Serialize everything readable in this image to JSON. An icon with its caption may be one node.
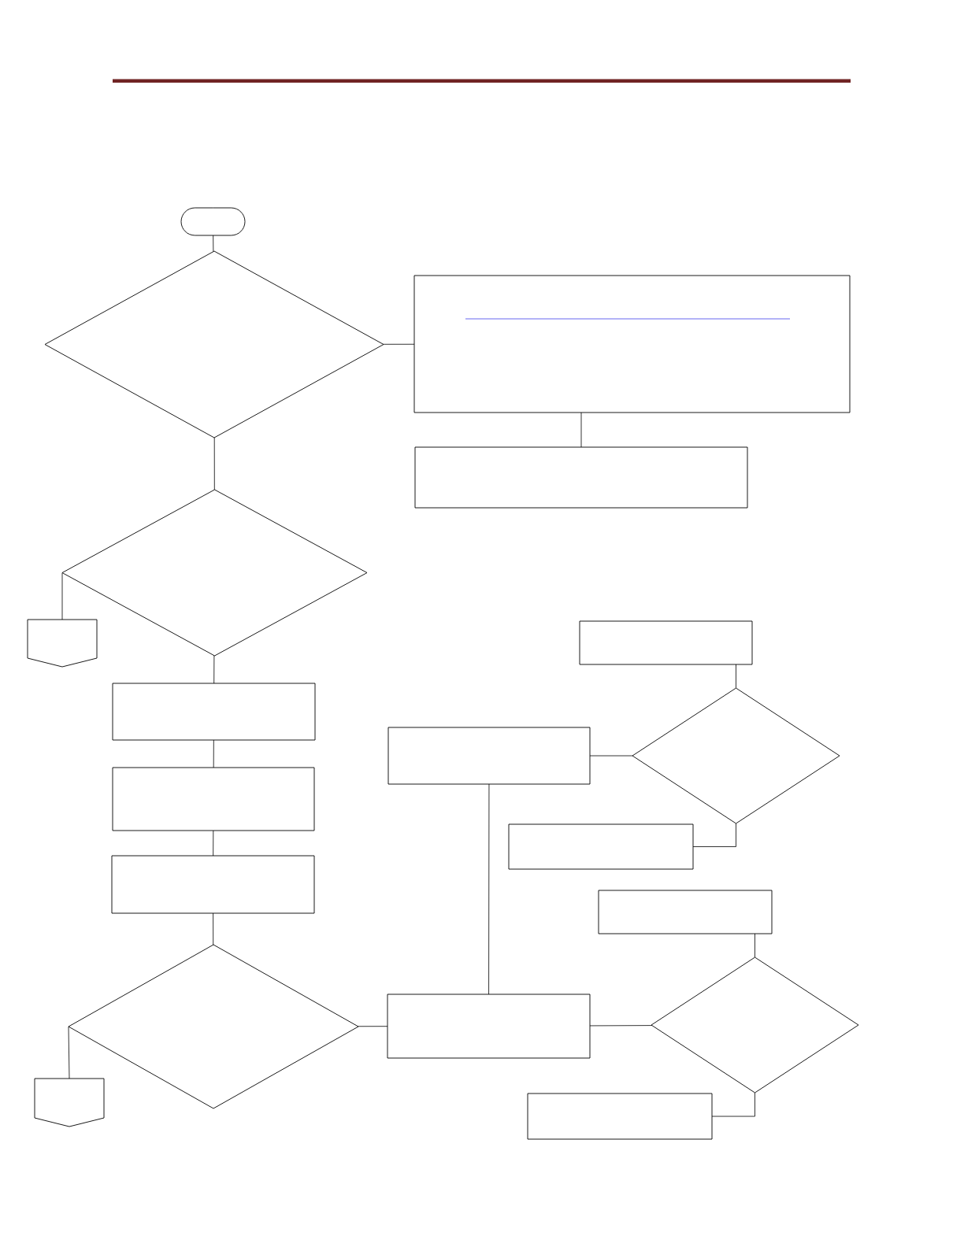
{
  "diagram": {
    "nodes": [
      {
        "text": [],
        "shape": "oval"
      },
      {
        "text": [],
        "shape": "diamond"
      },
      {
        "text": [],
        "shape": "box"
      },
      {
        "text": [],
        "shape": "box"
      },
      {
        "text": [],
        "shape": "diamond"
      },
      {
        "text": [],
        "shape": "pentagon"
      },
      {
        "text": [],
        "shape": "box"
      },
      {
        "text": [],
        "shape": "box"
      },
      {
        "text": [],
        "shape": "box"
      },
      {
        "text": [],
        "shape": "diamond"
      },
      {
        "text": [],
        "shape": "box"
      },
      {
        "text": [],
        "shape": "box"
      },
      {
        "text": [],
        "shape": "box"
      },
      {
        "text": [],
        "shape": "box"
      },
      {
        "text": [],
        "shape": "diamond"
      },
      {
        "text": [],
        "shape": "box"
      },
      {
        "text": [],
        "shape": "diamond"
      },
      {
        "text": [],
        "shape": "pentagon"
      },
      {
        "text": [],
        "shape": "box"
      }
    ],
    "edges": [
      {
        "from": 0,
        "to": 1,
        "arrow": "none"
      },
      {
        "from": 1,
        "to": 2,
        "arrow": "none"
      },
      {
        "from": 2,
        "to": 3,
        "arrow": "none"
      },
      {
        "from": 1,
        "to": 4,
        "arrow": "none"
      },
      {
        "from": 4,
        "to": 5,
        "arrow": "none"
      },
      {
        "from": 4,
        "to": 7,
        "arrow": "none"
      },
      {
        "from": 7,
        "to": 10,
        "arrow": "none"
      },
      {
        "from": 10,
        "to": 12,
        "arrow": "none"
      },
      {
        "from": 12,
        "to": 14,
        "arrow": "none"
      },
      {
        "from": 14,
        "to": 17,
        "arrow": "none"
      },
      {
        "from": 14,
        "to": 15,
        "arrow": "none"
      },
      {
        "from": 8,
        "to": 15,
        "arrow": "none"
      },
      {
        "from": 8,
        "to": 9,
        "arrow": "none"
      },
      {
        "from": 6,
        "to": 9,
        "arrow": "none"
      },
      {
        "from": 9,
        "to": 11,
        "arrow": "none"
      },
      {
        "from": 15,
        "to": 16,
        "arrow": "none"
      },
      {
        "from": 13,
        "to": 16,
        "arrow": "none"
      },
      {
        "from": 16,
        "to": 18,
        "arrow": "none"
      }
    ]
  }
}
